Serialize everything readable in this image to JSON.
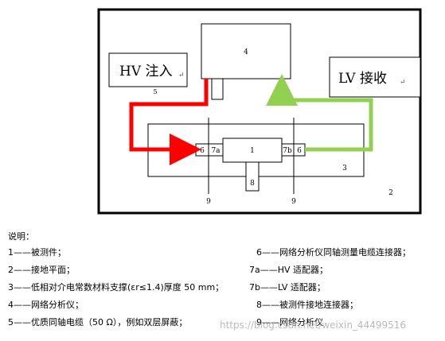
{
  "diagram": {
    "labels": {
      "analyzer": "4",
      "sample": "1",
      "support": "3",
      "outer": "2",
      "ground_conn": "8",
      "adapter_left_port": "6",
      "adapter_left": "7a",
      "adapter_right": "7b",
      "adapter_right_port": "6",
      "cable_left": "5",
      "bottom_left": "9",
      "bottom_right": "9"
    },
    "callouts": {
      "hv": "HV 注入",
      "lv": "LV 接收"
    },
    "colors": {
      "hv_path": "#ff0000",
      "lv_path": "#92d050",
      "frame": "#000000"
    }
  },
  "legend": {
    "title": "说明：",
    "left": [
      "1——被测件；",
      "2——接地平面；",
      "3——低相对介电常数材料支撑(εr≤1.4)厚度 50 mm；",
      "4——网络分析仪；",
      "5——优质同轴电缆（50 Ω），例如双层屏蔽；"
    ],
    "right": [
      "6——网络分析仪同轴测量电缆连接器；",
      "7a——HV 适配器；",
      "7b——LV 适配器；",
      "8——被测件接地连接器；",
      "9——网络分析仪"
    ]
  },
  "watermark": "https://blog.csdn.net/weixin_44499516"
}
